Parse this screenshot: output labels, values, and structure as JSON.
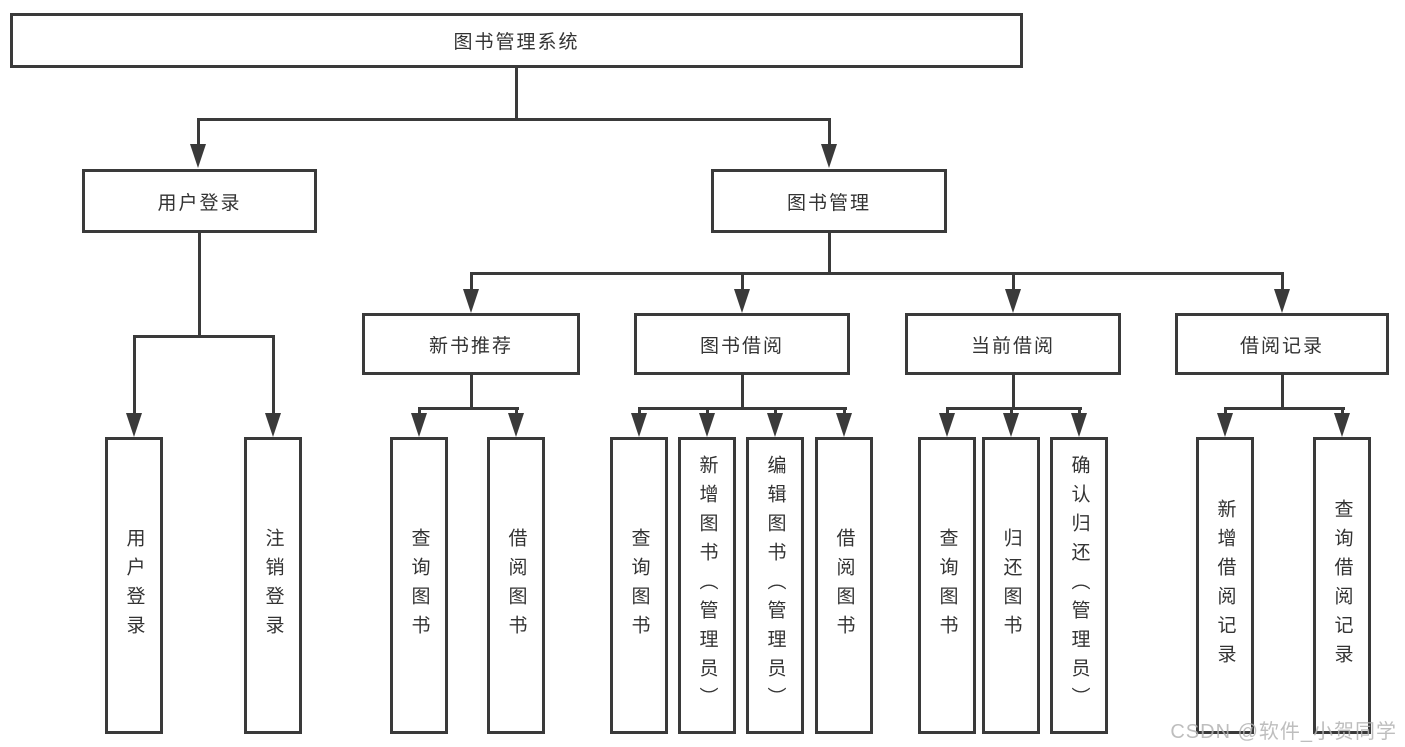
{
  "diagram": {
    "root": "图书管理系统",
    "user_login": "用户登录",
    "book_mgmt": "图书管理",
    "modules": [
      "新书推荐",
      "图书借阅",
      "当前借阅",
      "借阅记录"
    ],
    "login_children": [
      "用户登录",
      "注销登录"
    ],
    "rec_children": [
      "查询图书",
      "借阅图书"
    ],
    "borrow_children": [
      "查询图书",
      "新增图书（管理员）",
      "编辑图书（管理员）",
      "借阅图书"
    ],
    "current_children": [
      "查询图书",
      "归还图书",
      "确认归还（管理员）"
    ],
    "record_children": [
      "新增借阅记录",
      "查询借阅记录"
    ]
  },
  "watermark": "CSDN @软件_小贺同学",
  "colors": {
    "line": "#3a3a3a",
    "text": "#333333",
    "watermark": "#b3b3b3"
  }
}
